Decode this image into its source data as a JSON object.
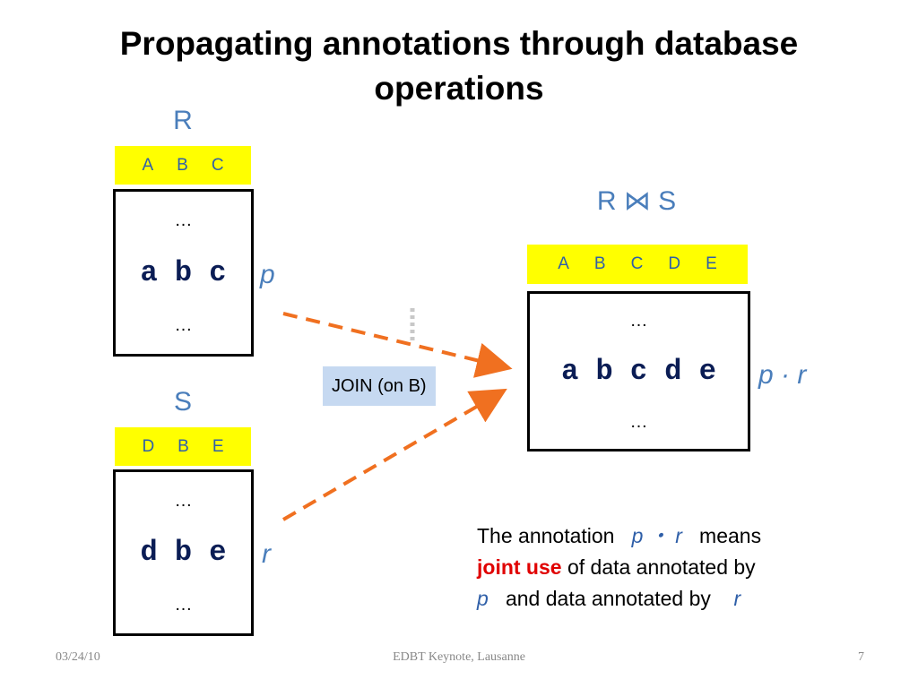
{
  "slide": {
    "title": "Propagating annotations through database operations",
    "relations": {
      "R": {
        "name": "R",
        "columns": [
          "A",
          "B",
          "C"
        ],
        "rows": [
          "…",
          "a b c",
          "…"
        ],
        "annotation": "p"
      },
      "S": {
        "name": "S",
        "columns": [
          "D",
          "B",
          "E"
        ],
        "rows": [
          "…",
          "d b e",
          "…"
        ],
        "annotation": "r"
      },
      "result": {
        "name": "R ⋈ S",
        "columns": [
          "A",
          "B",
          "C",
          "D",
          "E"
        ],
        "rows": [
          "…",
          "a b c d e",
          "…"
        ],
        "annotation": "p · r"
      }
    },
    "operation_label": "JOIN (on B)",
    "explanation": {
      "part1": "The annotation",
      "var1": "p ・ r",
      "part2": "means",
      "emphasis": "joint use",
      "part3": "of data annotated by",
      "var2": "p",
      "part4": "and data annotated by",
      "var3": "r"
    },
    "colors": {
      "header_fill": "#ffff00",
      "relation_name": "#4a7ebb",
      "arrow": "#f07020",
      "join_box": "#c6d9f1",
      "emphasis": "#e00000"
    }
  },
  "footer": {
    "date": "03/24/10",
    "center": "EDBT Keynote, Lausanne",
    "page": "7"
  }
}
